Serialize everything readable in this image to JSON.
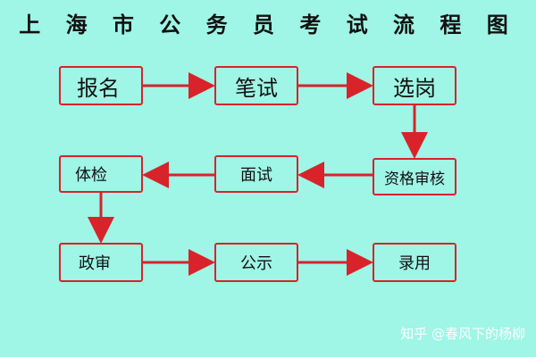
{
  "title": "上 海 市 公 务 员 考 试 流 程 图",
  "steps": [
    "报名",
    "笔试",
    "选岗",
    "资格审核",
    "面试",
    "体检",
    "政审",
    "公示",
    "录用"
  ],
  "colors": {
    "background": "#9ff5e6",
    "accent": "#d8232a"
  },
  "watermark": "知乎 @春风下的杨柳"
}
